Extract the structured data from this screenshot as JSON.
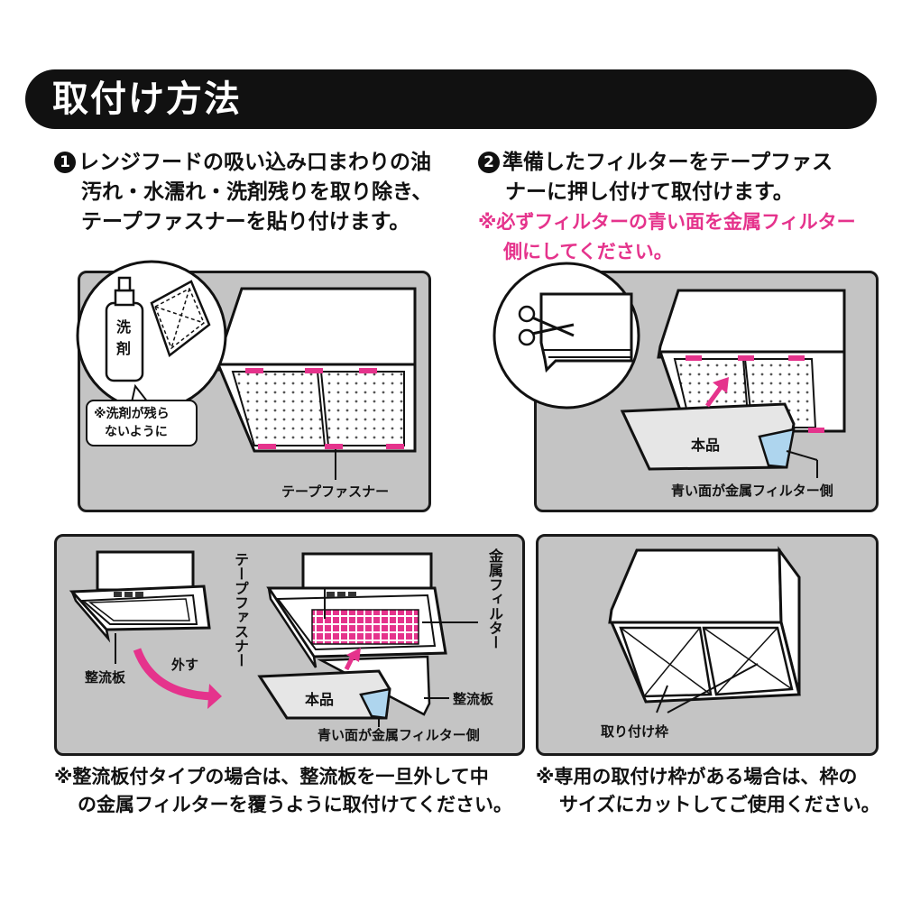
{
  "title": "取付け方法",
  "step1": {
    "number": "1",
    "lines": [
      "レンジフードの吸い込み口まわりの油",
      "汚れ・水濡れ・洗剤残りを取り除き、",
      "テープファスナーを貼り付けます。"
    ]
  },
  "step2": {
    "number": "2",
    "lines": [
      "準備したフィルターをテープファス",
      "ナーに押し付けて取付けます。"
    ],
    "warning_lines": [
      "※必ずフィルターの青い面を金属フィルター",
      "側にしてください。"
    ]
  },
  "panel1": {
    "bottle_label_1": "洗",
    "bottle_label_2": "剤",
    "bubble_lines": [
      "※洗剤が残ら",
      "ないように"
    ],
    "fastener_label": "テープファスナー"
  },
  "panel2": {
    "product_label": "本品",
    "blue_side_label": "青い面が金属フィルター側"
  },
  "panel3": {
    "baffle_label": "整流板",
    "remove_label": "外す",
    "tape_vertical": "テープファスナー",
    "metal_vertical": "金属フィルター",
    "product_label": "本品",
    "baffle_label_2": "整流板",
    "blue_side_label": "青い面が金属フィルター側"
  },
  "panel4": {
    "frame_label": "取り付け枠"
  },
  "note3": {
    "lines": [
      "※整流板付タイプの場合は、整流板を一旦外して中",
      "の金属フィルターを覆うように取付けてください。"
    ]
  },
  "note4": {
    "lines": [
      "※専用の取付け枠がある場合は、枠の",
      "サイズにカットしてご使用ください。"
    ]
  },
  "colors": {
    "panel_bg": "#c4c4c4",
    "accent_pink": "#e5338c",
    "blue_face": "#aed5ee",
    "title_bg": "#111111"
  }
}
